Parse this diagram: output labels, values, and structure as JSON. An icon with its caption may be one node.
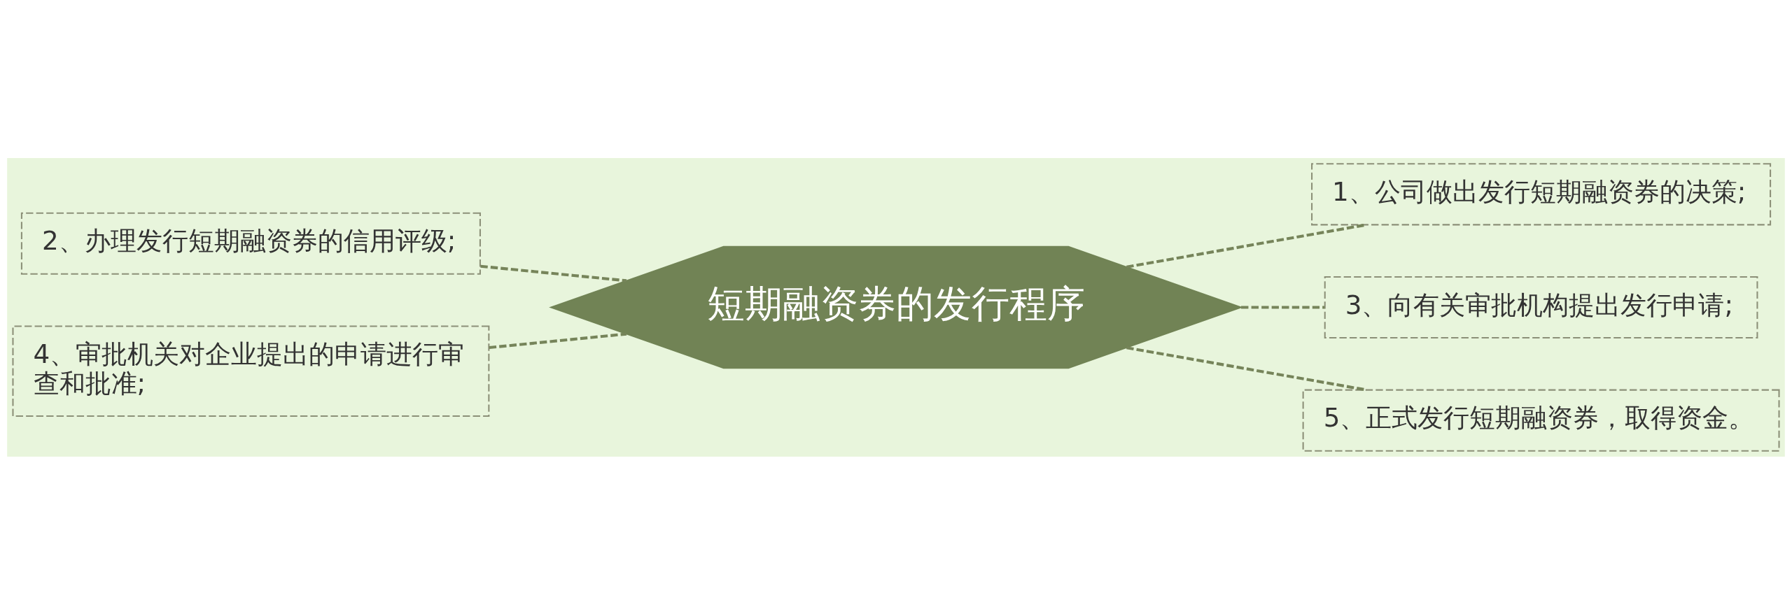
{
  "diagram": {
    "nodes": [
      {
        "text": [
          "短期融资券的发行程序"
        ]
      },
      {
        "text": [
          "1、公司做出发行短期融资券的决策;"
        ]
      },
      {
        "text": [
          "2、办理发行短期融资券的信用评级;"
        ]
      },
      {
        "text": [
          "3、向有关审批机构提出发行申请;"
        ]
      },
      {
        "text": [
          "4、审批机关对企业提出的申请进行审查和批准;"
        ]
      },
      {
        "text": [
          "5、正式发行短期融资券，取得资金。"
        ]
      }
    ],
    "edges": [
      {
        "from": 0,
        "to": 1,
        "arrow": "none",
        "style": "dashed"
      },
      {
        "from": 0,
        "to": 2,
        "arrow": "none",
        "style": "dashed"
      },
      {
        "from": 0,
        "to": 3,
        "arrow": "none",
        "style": "dashed"
      },
      {
        "from": 0,
        "to": 4,
        "arrow": "none",
        "style": "dashed"
      },
      {
        "from": 0,
        "to": 5,
        "arrow": "none",
        "style": "dashed"
      }
    ]
  }
}
